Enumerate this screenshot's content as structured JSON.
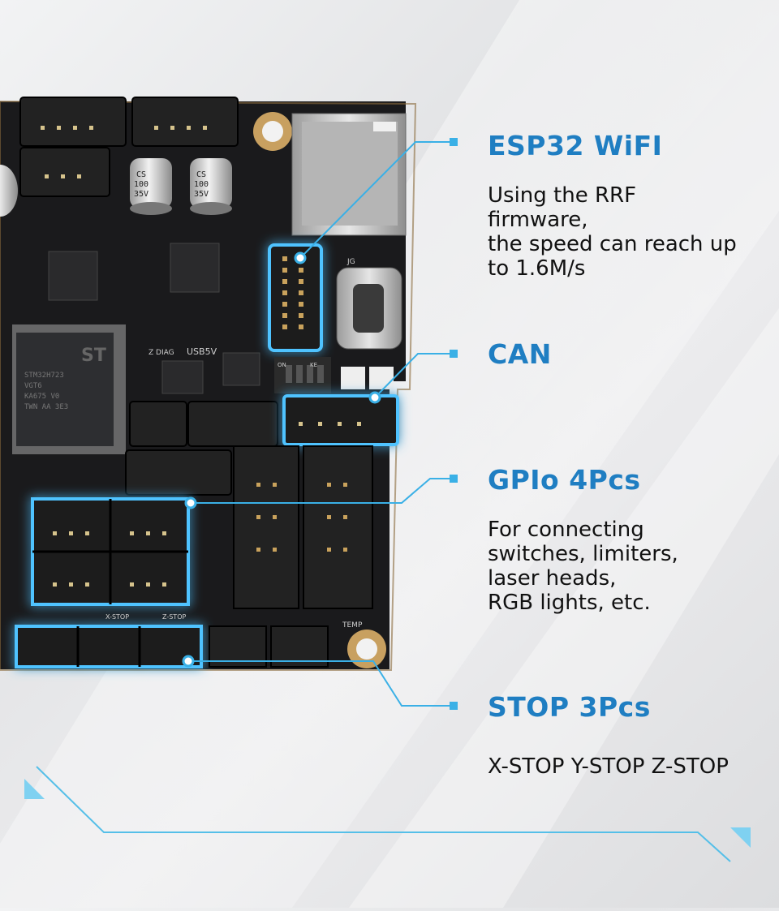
{
  "features": {
    "esp32": {
      "title": "ESP32 WiFI",
      "desc": [
        "Using the RRF",
        "firmware,",
        "the speed can reach up",
        "to 1.6M/s"
      ]
    },
    "can": {
      "title": "CAN"
    },
    "gpio": {
      "title": "GPIo 4Pcs",
      "desc": [
        "For connecting",
        "switches, limiters,",
        "laser heads,",
        "RGB lights, etc."
      ]
    },
    "stop": {
      "title": "STOP 3Pcs",
      "desc": [
        "X-STOP Y-STOP Z-STOP"
      ]
    }
  },
  "board": {
    "capacitors": [
      {
        "lines": [
          "CS",
          "100",
          "35V"
        ]
      },
      {
        "lines": [
          "CS",
          "100",
          "35V"
        ]
      }
    ],
    "silkscreen": {
      "usb": "USB5V",
      "zdiag": "Z DIAG",
      "jg": "JG",
      "temp": "TEMP",
      "on": "ON",
      "ke": "KE",
      "estop_x": "X-STOP",
      "estop_z": "Z-STOP"
    },
    "mcu": {
      "logo": "ST",
      "lines": [
        "STM32H723",
        "VGT6",
        "KA675 V0",
        "TWN AA 3E3"
      ]
    }
  },
  "colors": {
    "accent": "#1f7ec2",
    "line": "#3ab0e6",
    "glow": "#4fc3ff",
    "pcb": "#1c1c1e"
  }
}
